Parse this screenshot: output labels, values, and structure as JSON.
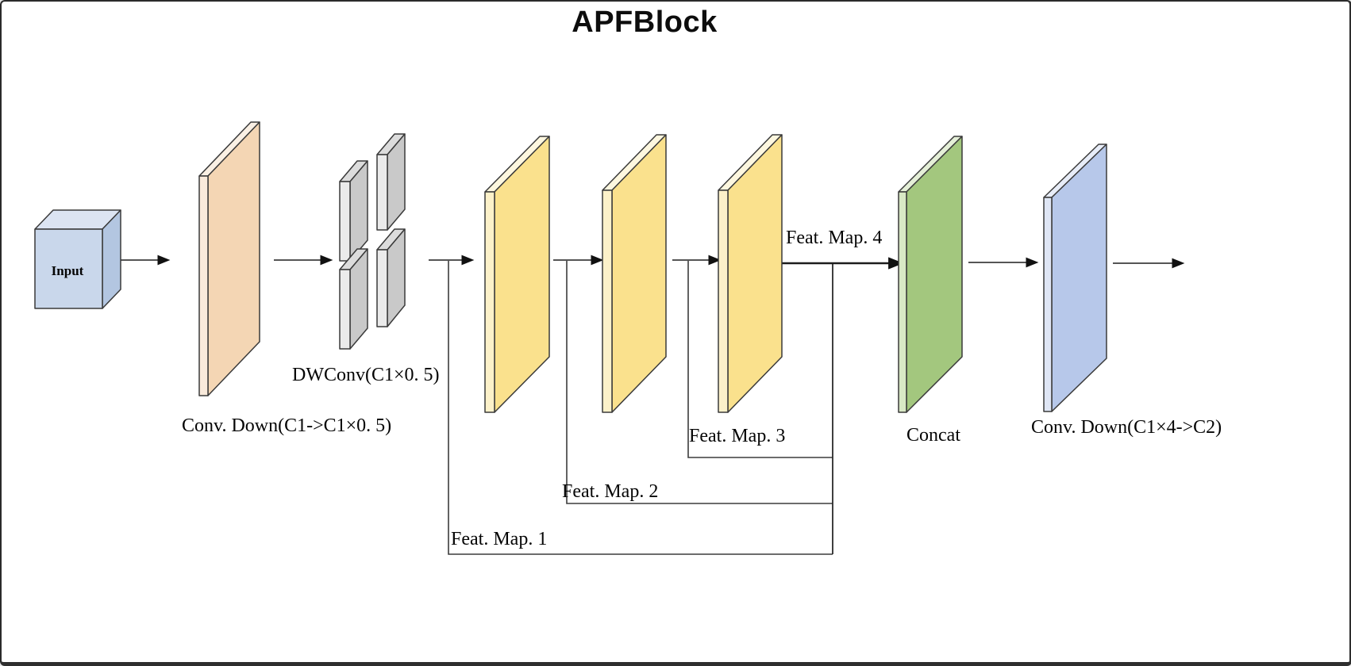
{
  "title": "APFBlock",
  "nodes": {
    "input": "Input",
    "conv_down_1": "Conv. Down(C1->C1×0. 5)",
    "dwconv": "DWConv(C1×0. 5)",
    "feat_map_1": "Feat. Map. 1",
    "feat_map_2": "Feat. Map. 2",
    "feat_map_3": "Feat. Map. 3",
    "feat_map_4": "Feat. Map. 4",
    "concat": "Concat",
    "conv_down_2": "Conv. Down(C1×4->C2)"
  },
  "colors": {
    "input_face": "#C9D7EB",
    "input_top": "#DCE4F2",
    "input_side": "#B3C6E1",
    "conv1_face": "#F4D6B4",
    "conv1_strip": "#F9EADB",
    "conv1_top": "#FAF0E4",
    "dwconv_face": "#C9C9C9",
    "dwconv_strip": "#EBEBEB",
    "dwconv_top": "#DCDCDC",
    "feat_face": "#FAE18D",
    "feat_strip": "#FCF1C9",
    "feat_top": "#FDF7DF",
    "concat_face": "#A3C77E",
    "concat_strip": "#D8E8C5",
    "concat_top": "#E4EFD7",
    "conv2_face": "#B7C8EA",
    "conv2_strip": "#DFE6F5",
    "conv2_top": "#E8EDF8",
    "line": "#555555",
    "arrowhead": "#111111",
    "outline": "#3A3A3A"
  }
}
